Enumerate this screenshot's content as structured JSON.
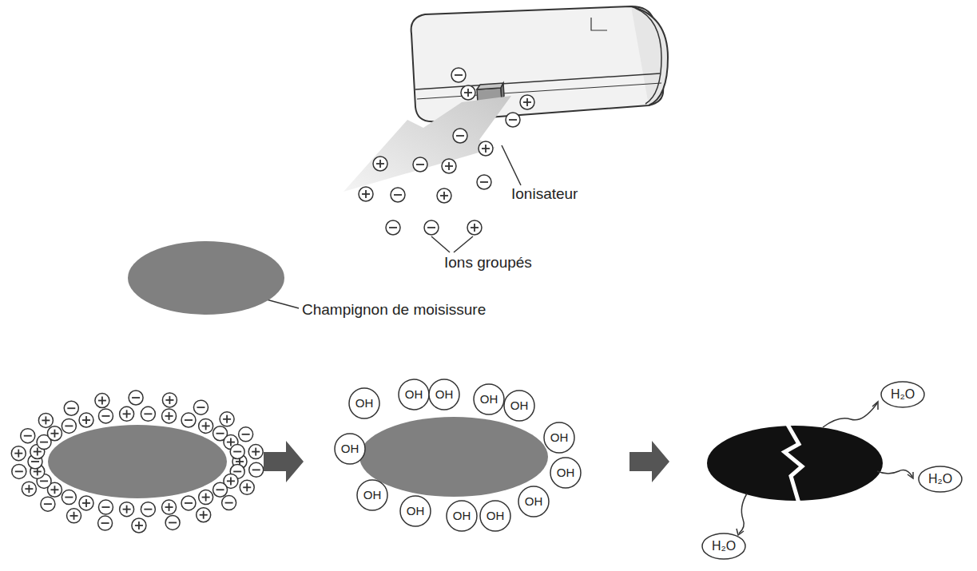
{
  "diagram": {
    "nodes": [
      {
        "text": [
          "OH"
        ]
      },
      {
        "text": [
          "OH"
        ]
      },
      {
        "text": [
          "OH"
        ]
      },
      {
        "text": [
          "OH"
        ]
      },
      {
        "text": [
          "OH"
        ]
      },
      {
        "text": [
          "OH"
        ]
      },
      {
        "text": [
          "OH"
        ]
      },
      {
        "text": [
          "OH"
        ]
      },
      {
        "text": [
          "OH"
        ]
      },
      {
        "text": [
          "OH"
        ]
      },
      {
        "text": [
          "OH"
        ]
      },
      {
        "text": [
          "OH"
        ]
      },
      {
        "text": [
          "OH"
        ]
      },
      {
        "text": [
          "H₂O"
        ]
      },
      {
        "text": [
          "H₂O"
        ]
      },
      {
        "text": [
          "H₂O"
        ]
      }
    ],
    "labels": [
      "Ionisateur",
      "Ions groupés",
      "Champignon de moisissure"
    ]
  }
}
